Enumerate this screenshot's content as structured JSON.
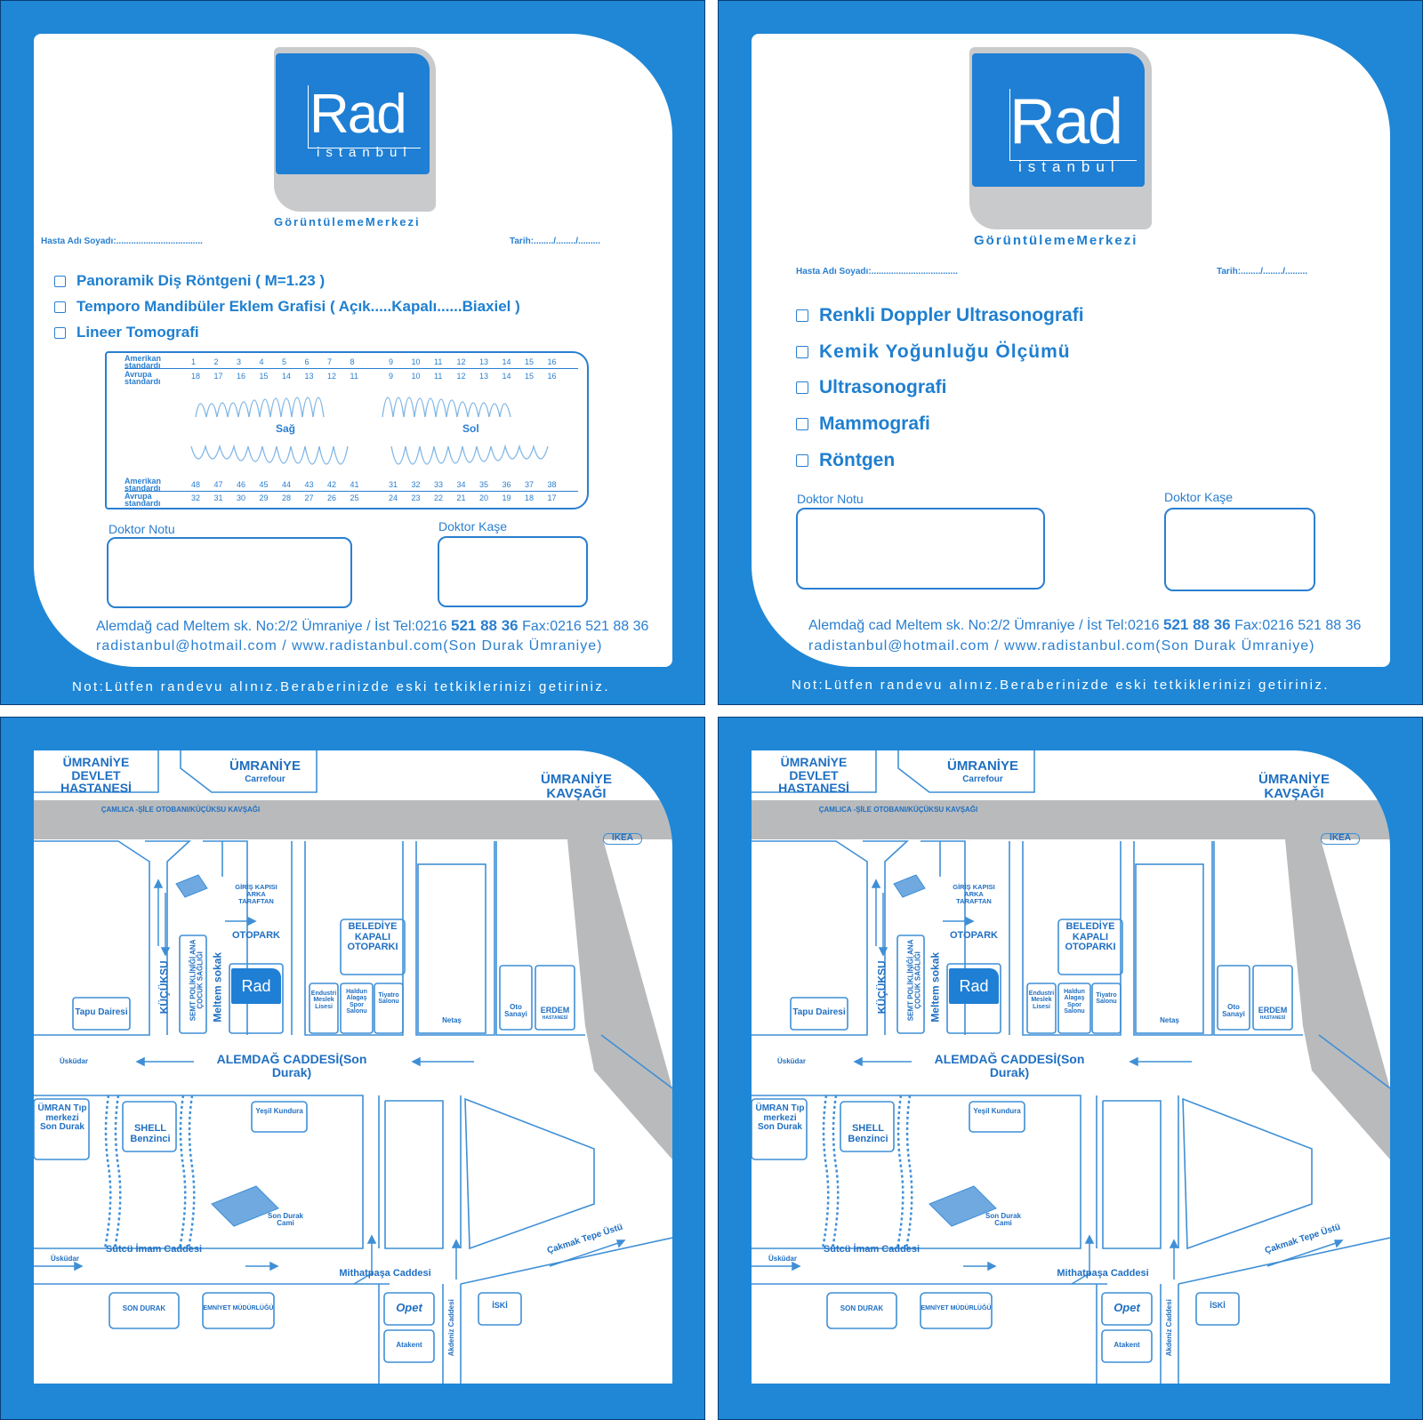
{
  "logo": {
    "rad": "Rad",
    "istanbul": "istanbul",
    "subtitle": "GörüntülemeMerkezi"
  },
  "form": {
    "patient_label": "Hasta Adı Soyadı:...................................",
    "date_label": "Tarih:......../......../.........",
    "doctor_note": "Doktor Notu",
    "doctor_stamp": "Doktor Kaşe",
    "address_line1_pre": "Alemdağ cad  Meltem  sk. No:2/2  Ümraniye / İst  Tel:0216 ",
    "address_phone": "521 88 36",
    "address_line1_post": "  Fax:0216 521 88 36",
    "address_line2": "radistanbul@hotmail.com   /   www.radistanbul.com(Son   Durak   Ümraniye)",
    "footer_note": "Not:Lütfen randevu alınız.Beraberinizde eski tetkiklerinizi getiriniz."
  },
  "panel1": {
    "exams": [
      "Panoramik Diş Röntgeni ( M=1.23 )",
      "Temporo Mandibüler Eklem Grafisi   ( Açık.....Kapalı......Biaxiel )",
      "Lineer Tomografi"
    ],
    "teeth_chart": {
      "american_label": "Amerikan standardı",
      "european_label": "Avrupa standardı",
      "upper_american": [
        "1",
        "2",
        "3",
        "4",
        "5",
        "6",
        "7",
        "8",
        "9",
        "10",
        "11",
        "12",
        "13",
        "14",
        "15",
        "16"
      ],
      "upper_european": [
        "18",
        "17",
        "16",
        "15",
        "14",
        "13",
        "12",
        "11",
        "9",
        "10",
        "11",
        "12",
        "13",
        "14",
        "15",
        "16"
      ],
      "lower_american": [
        "48",
        "47",
        "46",
        "45",
        "44",
        "43",
        "42",
        "41",
        "31",
        "32",
        "33",
        "34",
        "35",
        "36",
        "37",
        "38"
      ],
      "lower_european": [
        "32",
        "31",
        "30",
        "29",
        "28",
        "27",
        "26",
        "25",
        "24",
        "23",
        "22",
        "21",
        "20",
        "19",
        "18",
        "17"
      ],
      "right_label": "Sağ",
      "left_label": "Sol"
    }
  },
  "panel2": {
    "exams": [
      "Renkli Doppler Ultrasonografi",
      "Kemik  Yoğunluğu  Ölçümü",
      "Ultrasonografi",
      "Mammografi",
      "Röntgen"
    ]
  },
  "map": {
    "umraniye_devlet": "ÜMRANİYE DEVLET HASTANESİ",
    "umraniye_carrefour": "ÜMRANİYE",
    "carrefour": "Carrefour",
    "umraniye_kavsagi": "ÜMRANİYE KAVŞAĞI",
    "otoban": "ÇAMLICA -ŞİLE OTOBANI/KÜÇÜKSU KAVŞAĞI",
    "ikea": "IKEA",
    "giris": "GİRİŞ KAPISI ARKA TARAFTAN",
    "otopark": "OTOPARK",
    "belediye": "BELEDİYE KAPALI OTOPARKI",
    "kucuksu": "KÜÇÜKSU",
    "semt": "SEMT POLİKLİNİĞİ ANA ÇOCUK SAĞLIĞI",
    "meltem": "Meltem sokak",
    "tapu": "Tapu Dairesi",
    "endustri": "Endustri Meslek Lisesi",
    "haldun": "Haldun Alagaş Spor Salonu",
    "tiyatro": "Tiyatro Salonu",
    "netas": "Netaş",
    "oto_sanayi": "Oto Sanayi",
    "erdem": "ERDEM",
    "erdem_sub": "HASTANESİ",
    "alemdag": "ALEMDAĞ CADDESİ(Son Durak)",
    "uskudar": "Üsküdar",
    "umran": "ÜMRAN Tıp merkezi Son Durak",
    "shell": "SHELL Benzinci",
    "yesil": "Yeşil Kundura",
    "son_durak_cami": "Son Durak Cami",
    "sutcu": "Sütcü İmam Caddesi",
    "mithatpasa": "Mithatpaşa Caddesi",
    "cakmak": "Çakmak Tepe Üstü",
    "son_durak": "SON DURAK",
    "emniyet": "EMNİYET MÜDÜRLÜĞÜ",
    "opet": "Opet",
    "atakent": "Atakent",
    "akdeniz": "Akdeniz Caddesi",
    "iski": "İSKİ"
  },
  "colors": {
    "frame": "#1f87d6",
    "ink": "#1f7fcf",
    "road": "#b8babc",
    "logo_gray": "#c8cacc"
  }
}
